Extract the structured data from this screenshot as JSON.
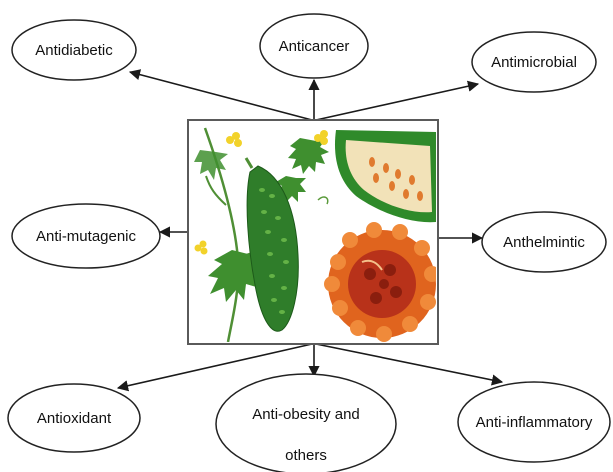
{
  "nodes": {
    "antidiabetic": "Antidiabetic",
    "anticancer": "Anticancer",
    "antimicrobial": "Antimicrobial",
    "anti_mutagenic": "Anti-mutagenic",
    "anthelmintic": "Anthelmintic",
    "antioxidant": "Antioxidant",
    "anti_obesity_line1": "Anti-obesity and",
    "anti_obesity_line2": "others",
    "anti_inflammatory": "Anti-inflammatory"
  },
  "center_image": {
    "subject": "bitter gourd (Momordica charantia) fruit, leaves, flowers, seeds"
  },
  "colors": {
    "arrow": "#1a1a1a",
    "node_stroke": "#222222",
    "image_border": "#5a5a5a",
    "leaf_green": "#3f8f2f",
    "gourd_green": "#2f7d2a",
    "flesh_orange": "#e0641e",
    "flesh_pale": "#f2e2b8",
    "flower_yellow": "#f2d22a"
  }
}
